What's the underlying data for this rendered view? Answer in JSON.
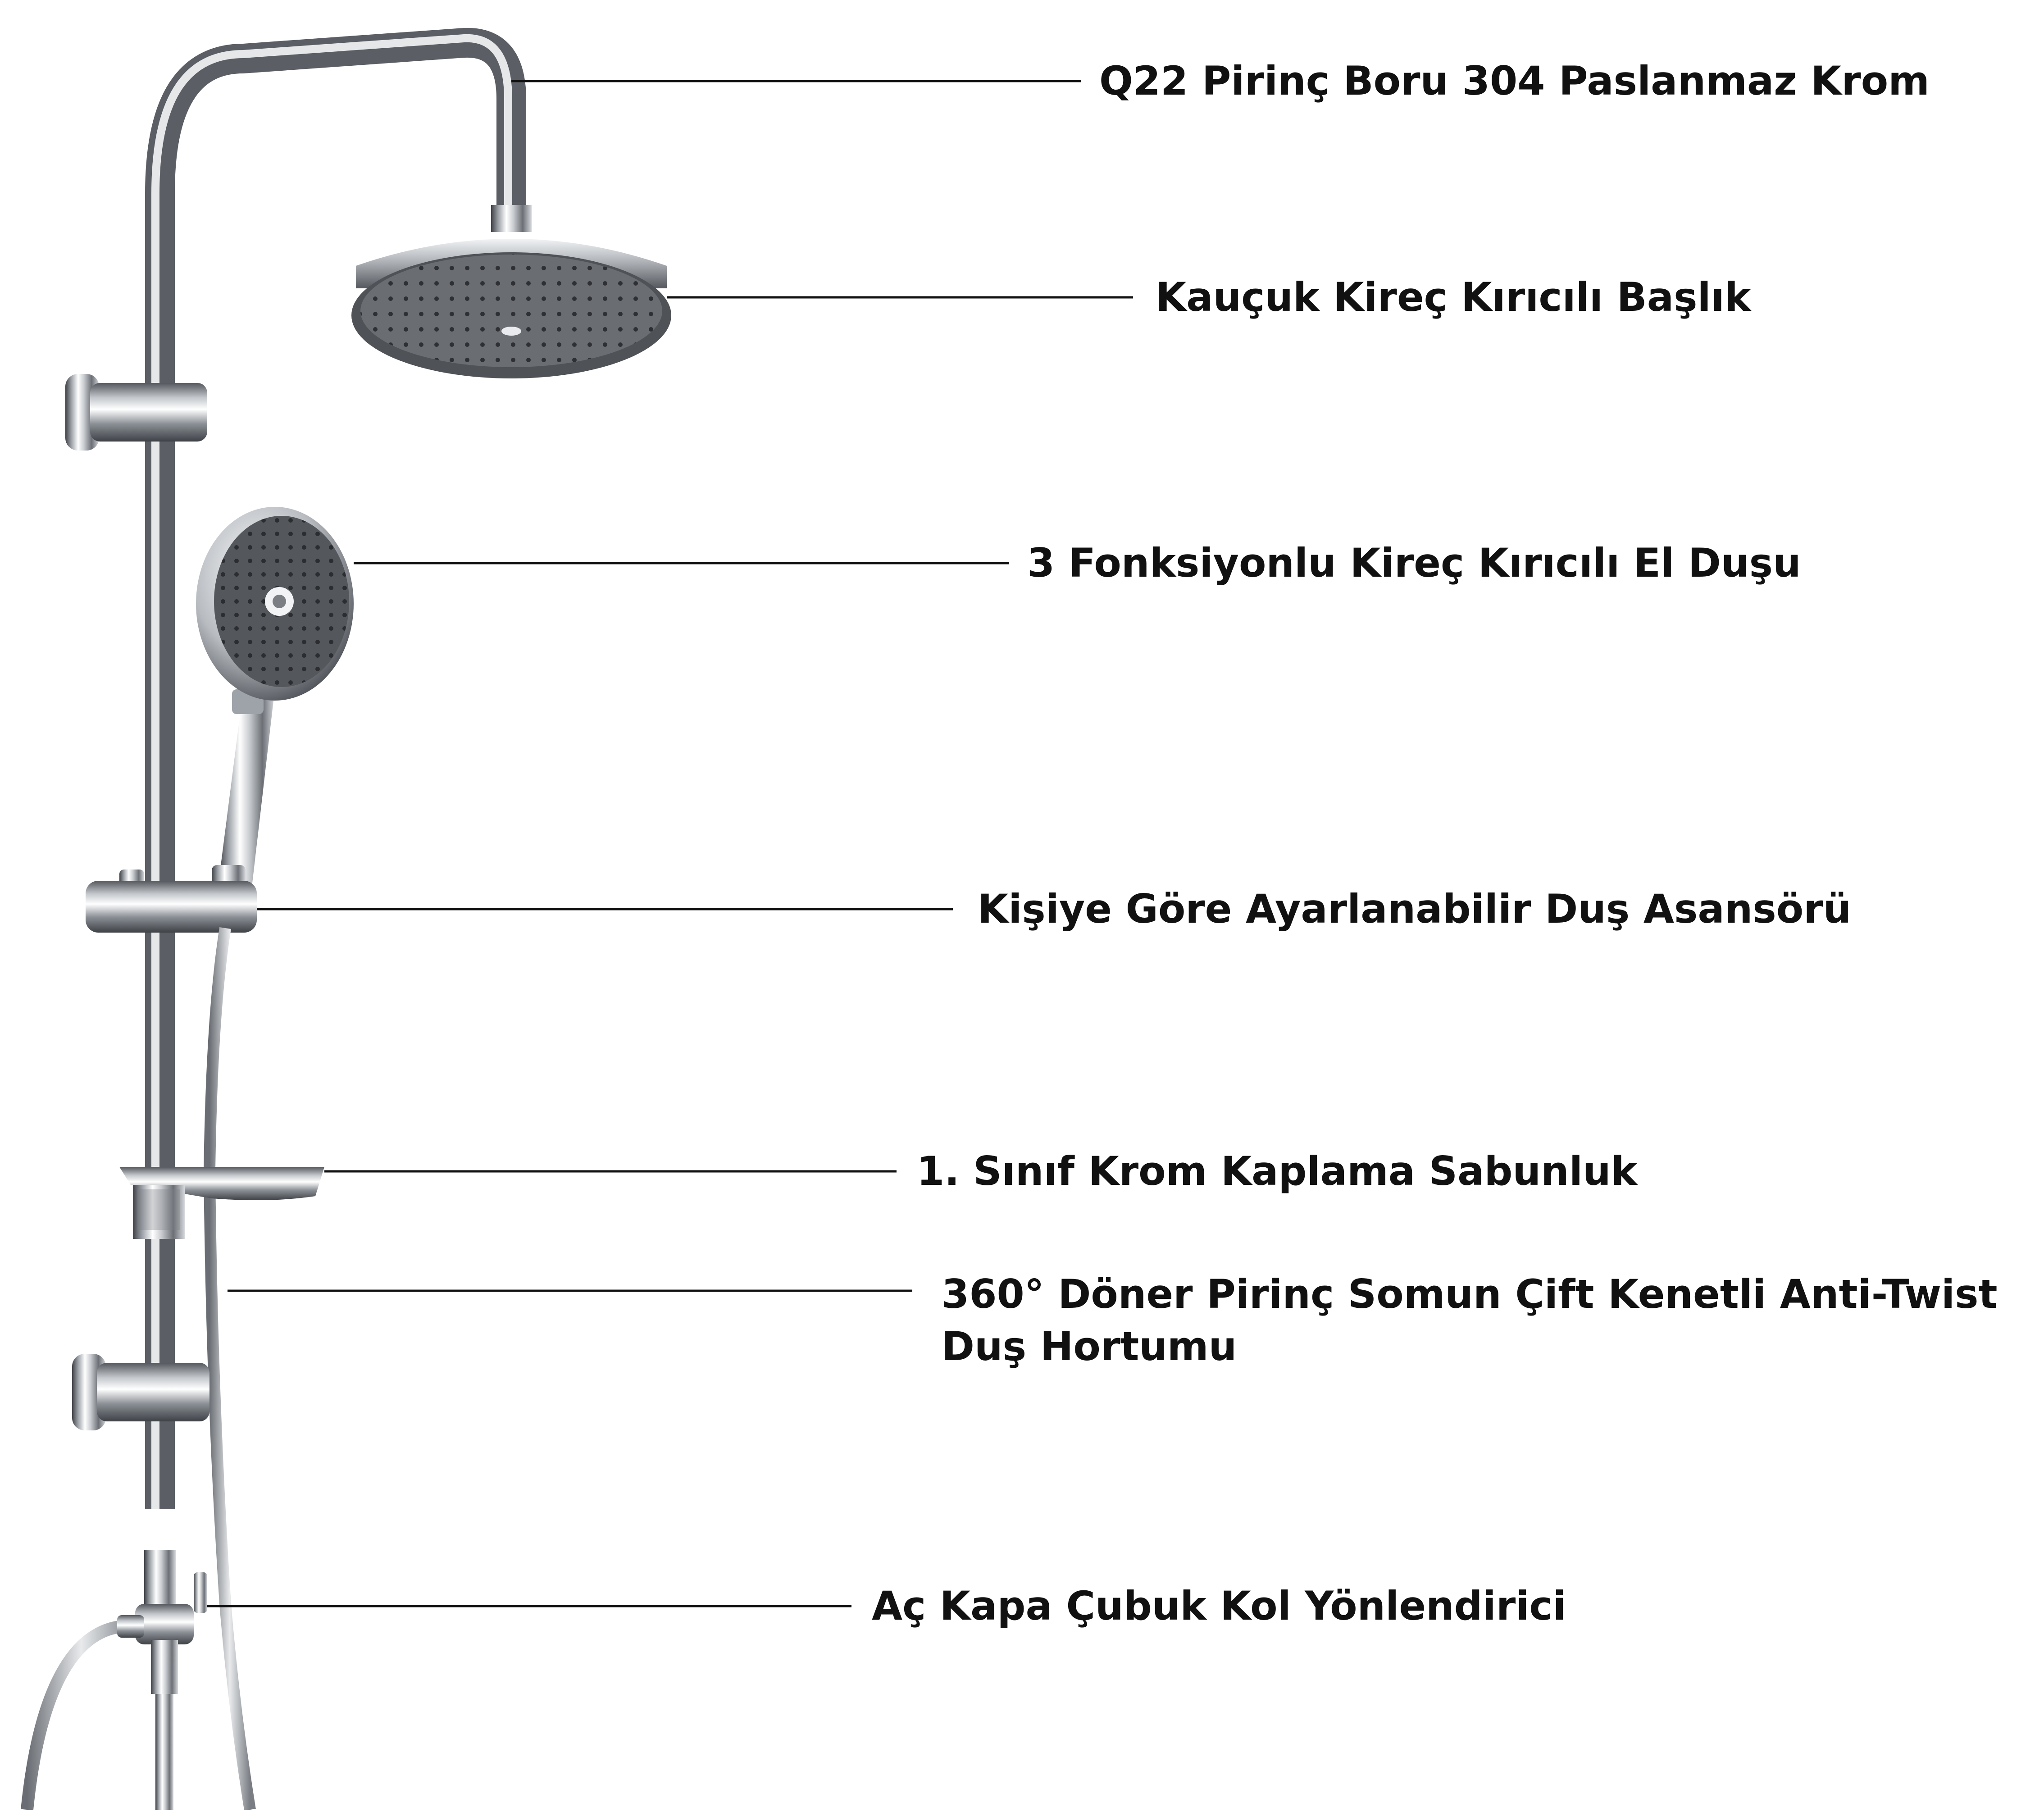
{
  "callouts": [
    {
      "id": "pipe",
      "label": "Q22 Pirinç Boru 304 Paslanmaz Krom"
    },
    {
      "id": "head",
      "label": "Kauçuk Kireç Kırıcılı Başlık"
    },
    {
      "id": "hand",
      "label": "3 Fonksiyonlu Kireç Kırıcılı El Duşu"
    },
    {
      "id": "lift",
      "label": "Kişiye Göre Ayarlanabilir Duş Asansörü"
    },
    {
      "id": "soap",
      "label": "1. Sınıf Krom Kaplama Sabunluk"
    },
    {
      "id": "hose",
      "label": "360° Döner Pirinç Somun Çift Kenetli Anti-Twist Duş Hortumu"
    },
    {
      "id": "diverter",
      "label": "Aç Kapa Çubuk Kol Yönlendirici"
    }
  ],
  "colors": {
    "chrome_dark": "#4a4d52",
    "chrome_light": "#f4f6f8",
    "rubber_gray": "#5f6166",
    "leader_line": "#111111",
    "text": "#111111"
  }
}
